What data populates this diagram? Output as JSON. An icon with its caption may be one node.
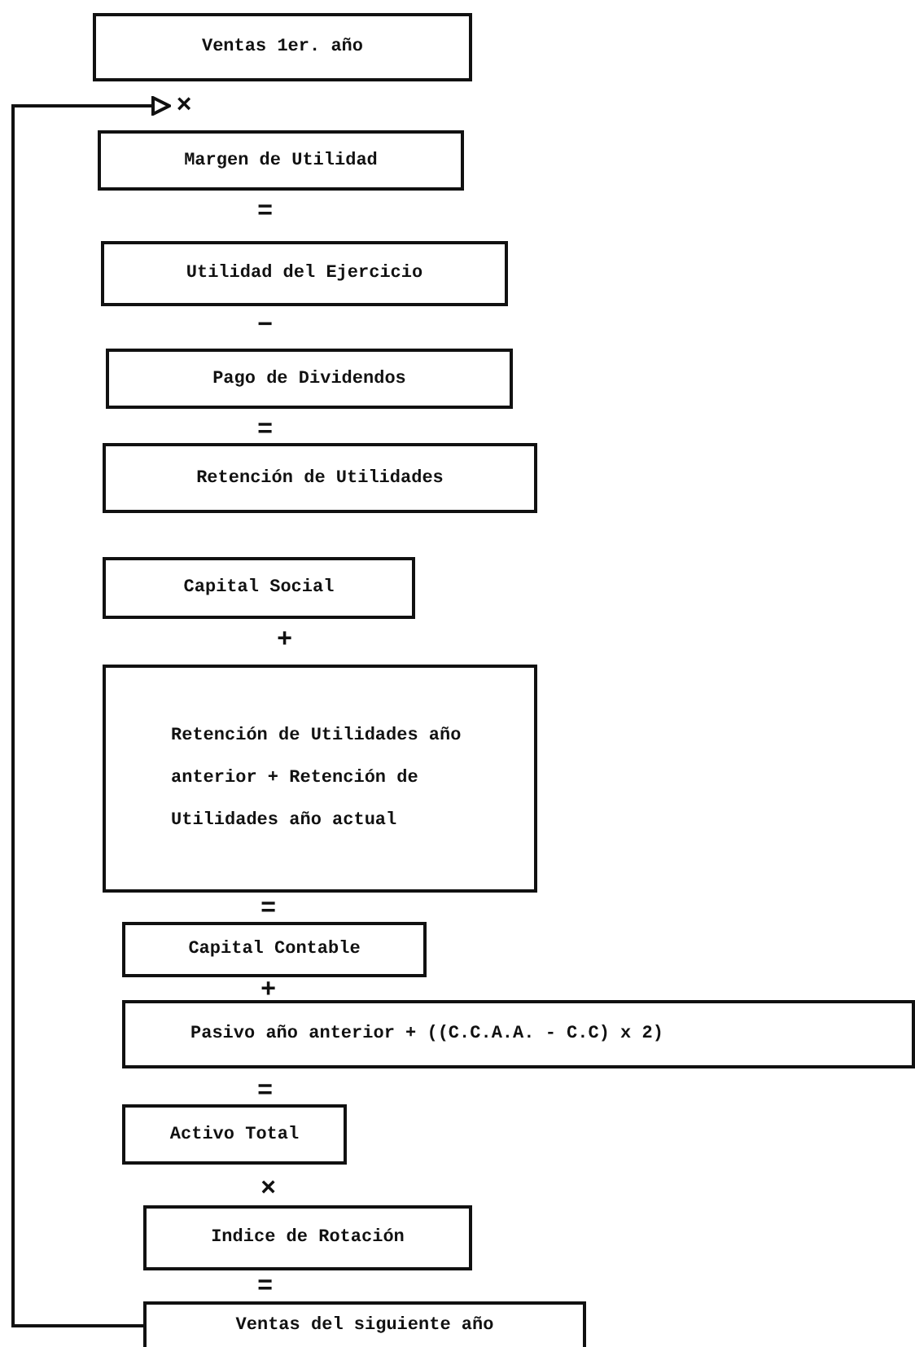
{
  "diagram": {
    "nodes": [
      {
        "text": [
          "Ventas 1er. año"
        ]
      },
      {
        "text": [
          "×"
        ]
      },
      {
        "text": [
          "Margen de Utilidad"
        ]
      },
      {
        "text": [
          "Utilidad del Ejercicio"
        ]
      },
      {
        "text": [
          "Pago de Dividendos"
        ]
      },
      {
        "text": [
          "Retención de Utilidades"
        ]
      },
      {
        "text": [
          "Capital Social"
        ]
      },
      {
        "text": [
          "Retención de Utilidades año anterior + Retención de Utilidades año actual"
        ]
      },
      {
        "text": [
          "Capital Contable"
        ]
      },
      {
        "text": [
          "Pasivo año anterior + ((C.C.A.A. - C.C) x 2)"
        ]
      },
      {
        "text": [
          "Activo Total"
        ]
      },
      {
        "text": [
          "Indice de Rotación"
        ]
      },
      {
        "text": [
          "Ventas del siguiente año"
        ]
      }
    ],
    "edges": [
      {
        "from": 12,
        "to": 1,
        "arrow": "to"
      }
    ],
    "labels": [
      "=",
      "−",
      "=",
      "+",
      "=",
      "+",
      "=",
      "×",
      "="
    ]
  }
}
